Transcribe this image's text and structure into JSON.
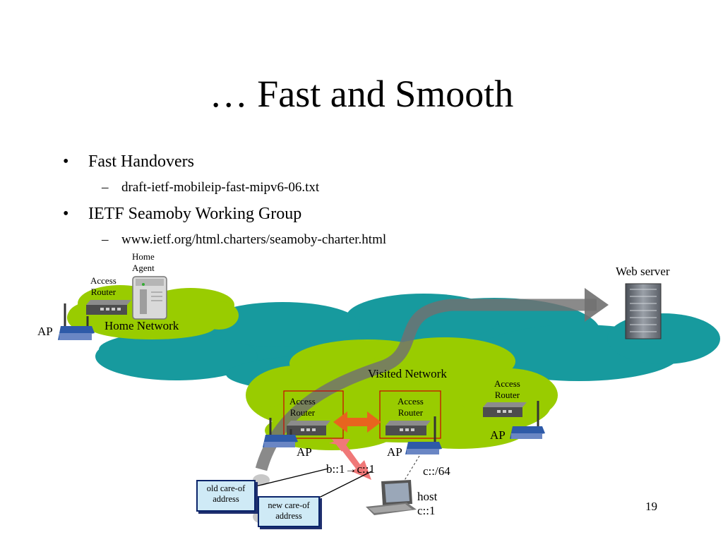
{
  "slide": {
    "title": "… Fast and Smooth",
    "page_number": "19",
    "bullets": [
      {
        "text": "Fast Handovers",
        "sub": "draft-ietf-mobileip-fast-mipv6-06.txt"
      },
      {
        "text": "IETF Seamoby Working Group",
        "sub": "www.ietf.org/html.charters/seamoby-charter.html"
      }
    ],
    "bullet_glyph": "•",
    "dash_glyph": "–"
  },
  "diagram": {
    "home_agent": "Home\nAgent",
    "home_access_router": "Access\nRouter",
    "home_network": "Home Network",
    "home_ap": "AP",
    "web_server": "Web server",
    "visited_network": "Visited Network",
    "visited_access_router_old": "Access\nRouter",
    "visited_access_router_new": "Access\nRouter",
    "visited_access_router_right": "Access\nRouter",
    "ap_old": "AP",
    "ap_new": "AP",
    "ap_right": "AP",
    "address_change": "b::1→c::1",
    "prefix": "c::/64",
    "host": "host\nc::1",
    "old_care_of": "old care-of\naddress",
    "new_care_of": "new care-of\naddress"
  },
  "colors": {
    "internet_cloud": "#179a9e",
    "network_cloud": "#99cc00",
    "handover_arrow": "#e8641e",
    "binding_arrow": "#f07878",
    "highlight_box": "#cc0000",
    "path_arrow": "#707070"
  }
}
